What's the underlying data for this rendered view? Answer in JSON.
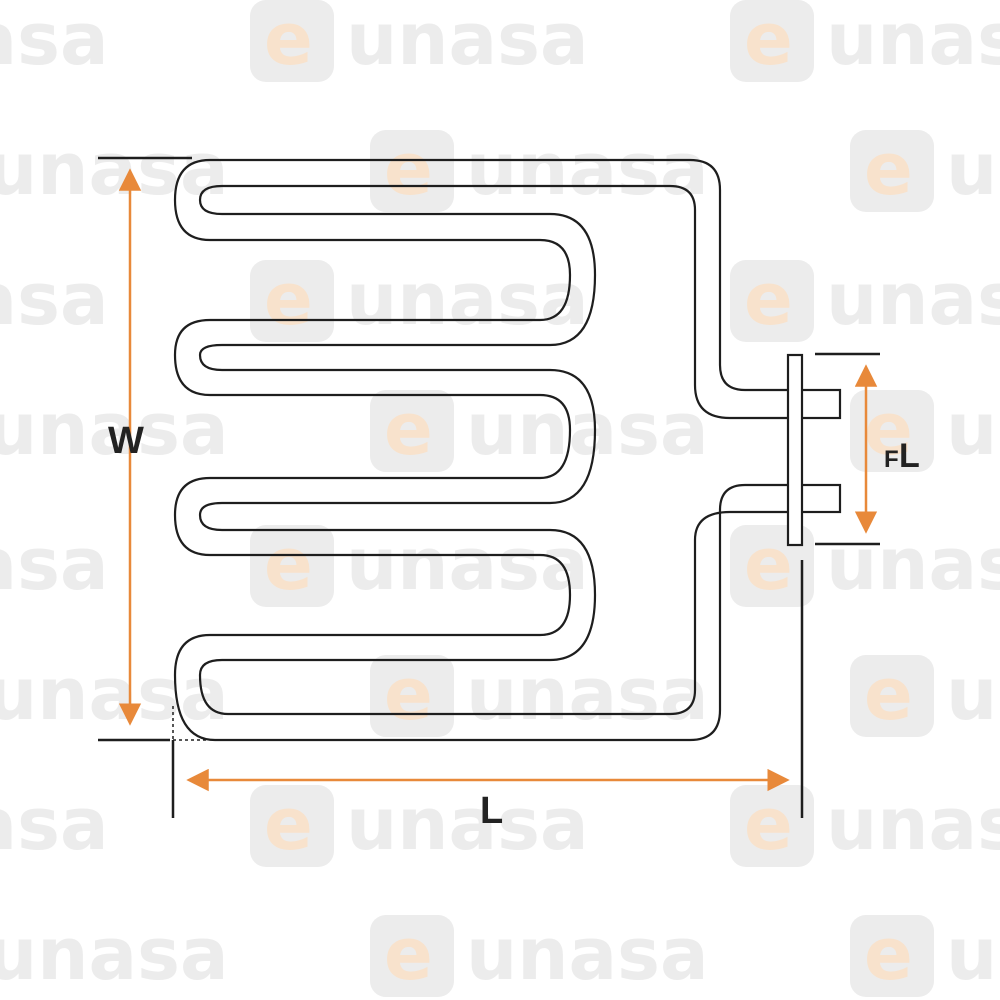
{
  "watermark": {
    "brand": "eunasa",
    "e_letter": "e",
    "rest": "unasa"
  },
  "dimensions": {
    "width_label": "W",
    "length_label": "L",
    "flange_label_small": "F",
    "flange_label_big": "L"
  },
  "colors": {
    "arrow": "#e8893a",
    "outline": "#1e1e1e",
    "watermark": "#ececec",
    "watermark_accent": "#f8e2cc"
  },
  "icons": {
    "watermark": "eunasa-logo-icon",
    "element": "heating-element-icon"
  }
}
